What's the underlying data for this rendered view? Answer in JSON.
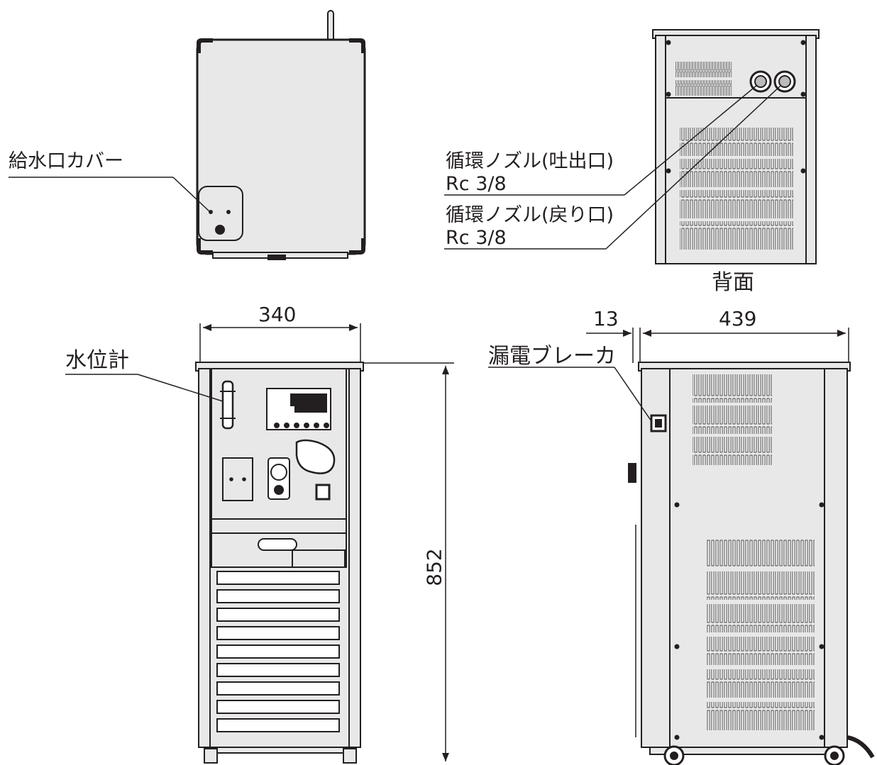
{
  "labels": {
    "water_inlet_cover": "給水口カバー",
    "nozzle_outlet": "循環ノズル(吐出口)",
    "nozzle_outlet_size": "Rc 3/8",
    "nozzle_return": "循環ノズル(戻り口)",
    "nozzle_return_size": "Rc 3/8",
    "rear_view": "背面",
    "water_level_gauge": "水位計",
    "earth_leakage_breaker": "漏電ブレーカ"
  },
  "dimensions": {
    "width": "340",
    "height": "852",
    "depth": "439",
    "breaker_offset": "13"
  },
  "colors": {
    "line": "#231f20",
    "body_fill": "#e8e8e8",
    "panel_fill": "#dcdcdc"
  }
}
